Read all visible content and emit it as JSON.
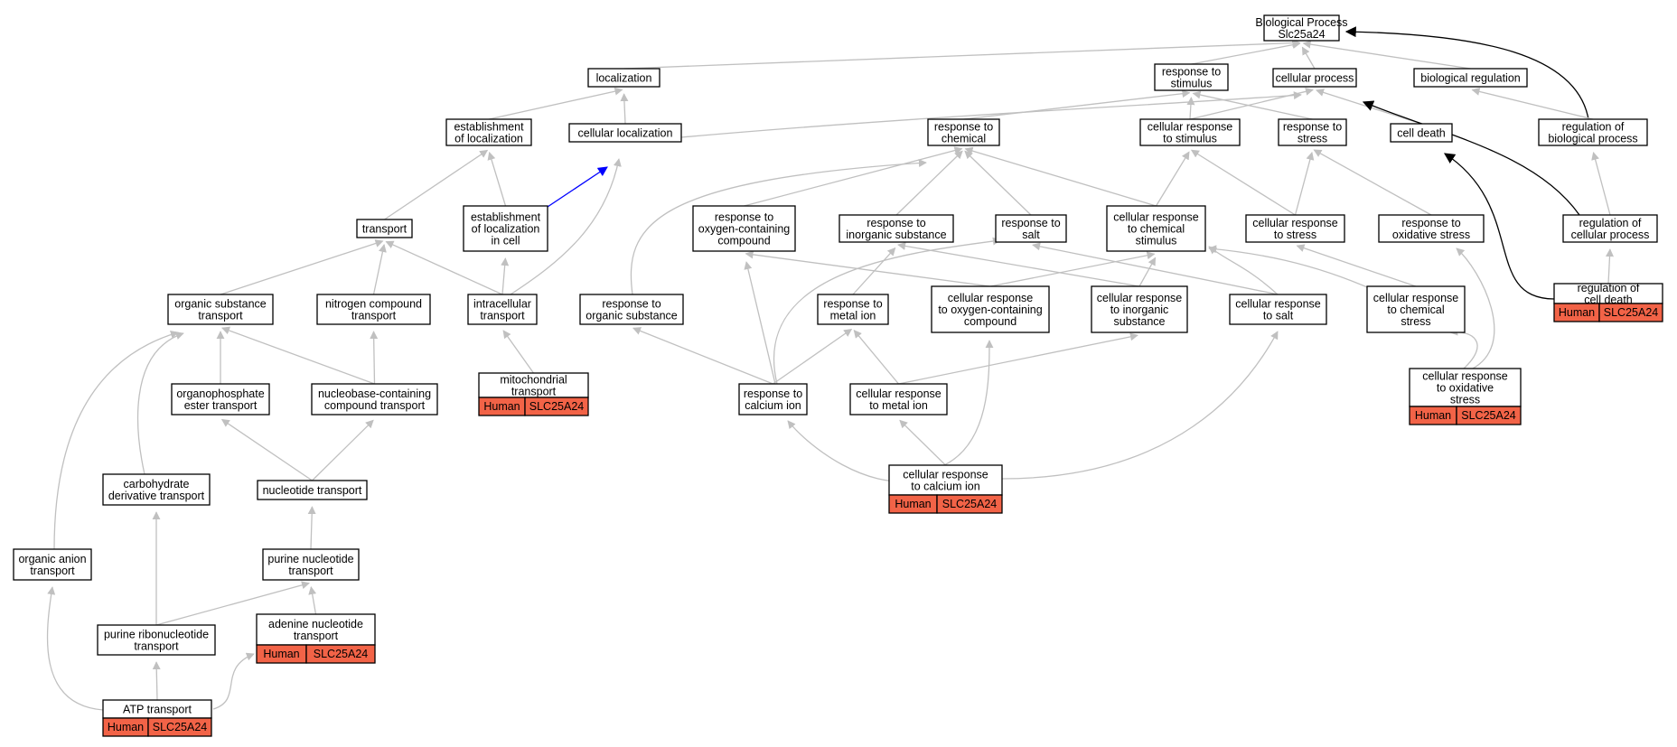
{
  "title": "Biological Process\nSlc25a24",
  "colors": {
    "edge_is_a": "#c0c0c0",
    "edge_part_of": "#0000ff",
    "edge_regulates": "#000000",
    "annotation": "#f26347"
  },
  "nodes": [
    {
      "id": "bp",
      "label": "Biological Process\nSlc25a24"
    },
    {
      "id": "loc",
      "label": "localization"
    },
    {
      "id": "rstim",
      "label": "response to\nstimulus"
    },
    {
      "id": "cproc",
      "label": "cellular process"
    },
    {
      "id": "breg",
      "label": "biological regulation"
    },
    {
      "id": "estloc",
      "label": "establishment\nof localization"
    },
    {
      "id": "cloc",
      "label": "cellular localization"
    },
    {
      "id": "rchem",
      "label": "response to\nchemical"
    },
    {
      "id": "crstim",
      "label": "cellular response\nto stimulus"
    },
    {
      "id": "rstress",
      "label": "response to\nstress"
    },
    {
      "id": "cdeath",
      "label": "cell death"
    },
    {
      "id": "regbp",
      "label": "regulation of\nbiological process"
    },
    {
      "id": "transport",
      "label": "transport"
    },
    {
      "id": "estloccell",
      "label": "establishment\nof localization\nin cell"
    },
    {
      "id": "roxy",
      "label": "response to\noxygen-containing\ncompound"
    },
    {
      "id": "rinorg",
      "label": "response to\ninorganic substance"
    },
    {
      "id": "rsalt",
      "label": "response to\nsalt"
    },
    {
      "id": "crchem",
      "label": "cellular response\nto chemical\nstimulus"
    },
    {
      "id": "crstress",
      "label": "cellular response\nto stress"
    },
    {
      "id": "roxstress",
      "label": "response to\noxidative stress"
    },
    {
      "id": "regcp",
      "label": "regulation of\ncellular process"
    },
    {
      "id": "orgsub",
      "label": "organic substance\ntransport"
    },
    {
      "id": "nitro",
      "label": "nitrogen compound\ntransport"
    },
    {
      "id": "intra",
      "label": "intracellular\ntransport"
    },
    {
      "id": "rorgsub",
      "label": "response to\norganic substance"
    },
    {
      "id": "rmetal",
      "label": "response to\nmetal ion"
    },
    {
      "id": "croxy",
      "label": "cellular response\nto oxygen-containing\ncompound"
    },
    {
      "id": "crinorg",
      "label": "cellular response\nto inorganic\nsubstance"
    },
    {
      "id": "crsalt",
      "label": "cellular response\nto salt"
    },
    {
      "id": "crchemstress",
      "label": "cellular response\nto chemical\nstress"
    },
    {
      "id": "regdeath",
      "label": "regulation of\ncell death"
    },
    {
      "id": "mito",
      "label": "mitochondrial\ntransport"
    },
    {
      "id": "ophos",
      "label": "organophosphate\nester transport"
    },
    {
      "id": "nucbase",
      "label": "nucleobase-containing\ncompound transport"
    },
    {
      "id": "rcalc",
      "label": "response to\ncalcium ion"
    },
    {
      "id": "crmetal",
      "label": "cellular response\nto metal ion"
    },
    {
      "id": "croxstress",
      "label": "cellular response\nto oxidative\nstress"
    },
    {
      "id": "carb",
      "label": "carbohydrate\nderivative transport"
    },
    {
      "id": "nuct",
      "label": "nucleotide transport"
    },
    {
      "id": "crcalc",
      "label": "cellular response\nto calcium ion"
    },
    {
      "id": "organion",
      "label": "organic anion\ntransport"
    },
    {
      "id": "purnuc",
      "label": "purine nucleotide\ntransport"
    },
    {
      "id": "purribo",
      "label": "purine ribonucleotide\ntransport"
    },
    {
      "id": "adenine",
      "label": "adenine nucleotide\ntransport"
    },
    {
      "id": "atp",
      "label": "ATP transport"
    }
  ],
  "annotations": [
    {
      "node": "regdeath",
      "species": "Human",
      "gene": "SLC25A24"
    },
    {
      "node": "mito",
      "species": "Human",
      "gene": "SLC25A24"
    },
    {
      "node": "croxstress",
      "species": "Human",
      "gene": "SLC25A24"
    },
    {
      "node": "crcalc",
      "species": "Human",
      "gene": "SLC25A24"
    },
    {
      "node": "adenine",
      "species": "Human",
      "gene": "SLC25A24"
    },
    {
      "node": "atp",
      "species": "Human",
      "gene": "SLC25A24"
    }
  ],
  "edges": [
    {
      "from": "loc",
      "to": "bp",
      "type": "is_a"
    },
    {
      "from": "rstim",
      "to": "bp",
      "type": "is_a"
    },
    {
      "from": "cproc",
      "to": "bp",
      "type": "is_a"
    },
    {
      "from": "breg",
      "to": "bp",
      "type": "is_a"
    },
    {
      "from": "regbp",
      "to": "bp",
      "type": "regulates"
    },
    {
      "from": "estloc",
      "to": "loc",
      "type": "is_a"
    },
    {
      "from": "cloc",
      "to": "loc",
      "type": "is_a"
    },
    {
      "from": "cloc",
      "to": "cproc",
      "type": "is_a"
    },
    {
      "from": "rchem",
      "to": "rstim",
      "type": "is_a"
    },
    {
      "from": "crstim",
      "to": "rstim",
      "type": "is_a"
    },
    {
      "from": "crstim",
      "to": "cproc",
      "type": "is_a"
    },
    {
      "from": "rstress",
      "to": "rstim",
      "type": "is_a"
    },
    {
      "from": "cdeath",
      "to": "cproc",
      "type": "is_a"
    },
    {
      "from": "regbp",
      "to": "breg",
      "type": "is_a"
    },
    {
      "from": "regcp",
      "to": "cproc",
      "type": "regulates"
    },
    {
      "from": "regcp",
      "to": "regbp",
      "type": "is_a"
    },
    {
      "from": "regdeath",
      "to": "cdeath",
      "type": "regulates"
    },
    {
      "from": "regdeath",
      "to": "regcp",
      "type": "is_a"
    },
    {
      "from": "transport",
      "to": "estloc",
      "type": "is_a"
    },
    {
      "from": "estloccell",
      "to": "estloc",
      "type": "is_a"
    },
    {
      "from": "estloccell",
      "to": "cloc",
      "type": "part_of"
    },
    {
      "from": "roxy",
      "to": "rchem",
      "type": "is_a"
    },
    {
      "from": "rinorg",
      "to": "rchem",
      "type": "is_a"
    },
    {
      "from": "rsalt",
      "to": "rchem",
      "type": "is_a"
    },
    {
      "from": "crchem",
      "to": "rchem",
      "type": "is_a"
    },
    {
      "from": "crchem",
      "to": "crstim",
      "type": "is_a"
    },
    {
      "from": "crstress",
      "to": "crstim",
      "type": "is_a"
    },
    {
      "from": "crstress",
      "to": "rstress",
      "type": "is_a"
    },
    {
      "from": "roxstress",
      "to": "rstress",
      "type": "is_a"
    },
    {
      "from": "rorgsub",
      "to": "rchem",
      "type": "is_a"
    },
    {
      "from": "orgsub",
      "to": "transport",
      "type": "is_a"
    },
    {
      "from": "nitro",
      "to": "transport",
      "type": "is_a"
    },
    {
      "from": "intra",
      "to": "transport",
      "type": "is_a"
    },
    {
      "from": "intra",
      "to": "estloccell",
      "type": "is_a"
    },
    {
      "from": "intra",
      "to": "cloc",
      "type": "is_a"
    },
    {
      "from": "mito",
      "to": "intra",
      "type": "is_a"
    },
    {
      "from": "croxy",
      "to": "roxy",
      "type": "is_a"
    },
    {
      "from": "croxy",
      "to": "crchem",
      "type": "is_a"
    },
    {
      "from": "crinorg",
      "to": "rinorg",
      "type": "is_a"
    },
    {
      "from": "crinorg",
      "to": "crchem",
      "type": "is_a"
    },
    {
      "from": "crsalt",
      "to": "rsalt",
      "type": "is_a"
    },
    {
      "from": "crsalt",
      "to": "crchem",
      "type": "is_a"
    },
    {
      "from": "crchemstress",
      "to": "crchem",
      "type": "is_a"
    },
    {
      "from": "crchemstress",
      "to": "crstress",
      "type": "is_a"
    },
    {
      "from": "croxstress",
      "to": "roxstress",
      "type": "is_a"
    },
    {
      "from": "croxstress",
      "to": "crchemstress",
      "type": "is_a"
    },
    {
      "from": "rmetal",
      "to": "rinorg",
      "type": "is_a"
    },
    {
      "from": "rcalc",
      "to": "rmetal",
      "type": "is_a"
    },
    {
      "from": "rcalc",
      "to": "rorgsub",
      "type": "is_a"
    },
    {
      "from": "rcalc",
      "to": "roxy",
      "type": "is_a"
    },
    {
      "from": "rcalc",
      "to": "rsalt",
      "type": "is_a"
    },
    {
      "from": "crmetal",
      "to": "rmetal",
      "type": "is_a"
    },
    {
      "from": "crmetal",
      "to": "crinorg",
      "type": "is_a"
    },
    {
      "from": "crcalc",
      "to": "rcalc",
      "type": "is_a"
    },
    {
      "from": "crcalc",
      "to": "crmetal",
      "type": "is_a"
    },
    {
      "from": "crcalc",
      "to": "croxy",
      "type": "is_a"
    },
    {
      "from": "crcalc",
      "to": "crsalt",
      "type": "is_a"
    },
    {
      "from": "ophos",
      "to": "orgsub",
      "type": "is_a"
    },
    {
      "from": "nucbase",
      "to": "orgsub",
      "type": "is_a"
    },
    {
      "from": "nucbase",
      "to": "nitro",
      "type": "is_a"
    },
    {
      "from": "carb",
      "to": "orgsub",
      "type": "is_a"
    },
    {
      "from": "organion",
      "to": "orgsub",
      "type": "is_a"
    },
    {
      "from": "nuct",
      "to": "ophos",
      "type": "is_a"
    },
    {
      "from": "nuct",
      "to": "nucbase",
      "type": "is_a"
    },
    {
      "from": "purnuc",
      "to": "nuct",
      "type": "is_a"
    },
    {
      "from": "purribo",
      "to": "purnuc",
      "type": "is_a"
    },
    {
      "from": "purribo",
      "to": "carb",
      "type": "is_a"
    },
    {
      "from": "adenine",
      "to": "purnuc",
      "type": "is_a"
    },
    {
      "from": "atp",
      "to": "purribo",
      "type": "is_a"
    },
    {
      "from": "atp",
      "to": "organion",
      "type": "is_a"
    },
    {
      "from": "atp",
      "to": "adenine",
      "type": "is_a"
    }
  ]
}
